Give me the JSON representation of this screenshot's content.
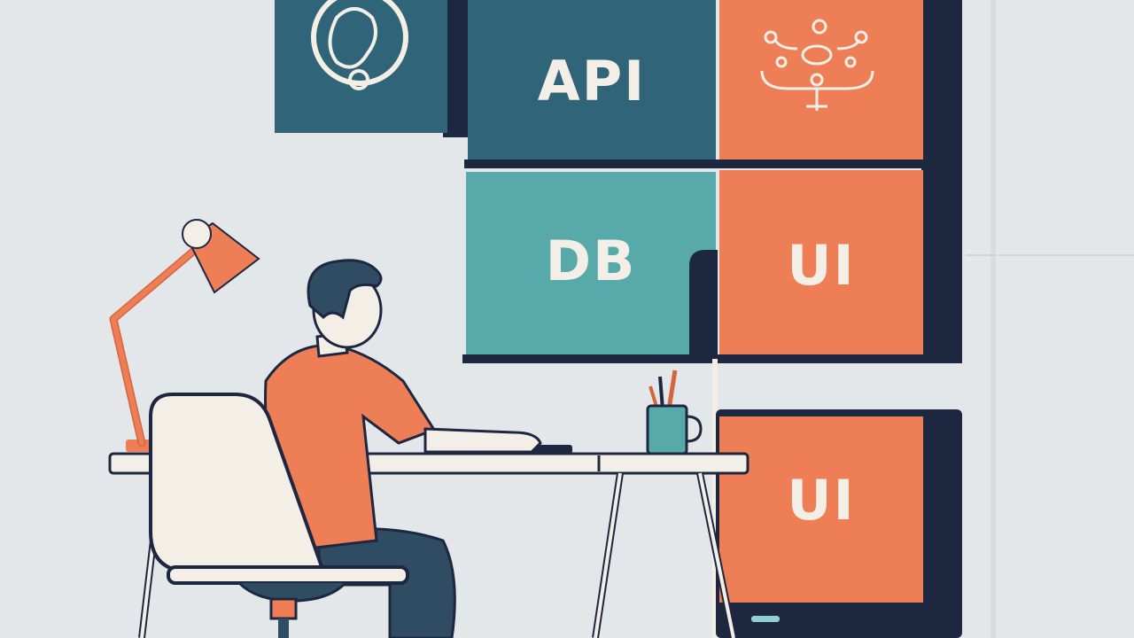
{
  "tiles": {
    "api_label": "API",
    "db_label": "DB",
    "ui_top_label": "UI",
    "ui_bottom_label": "UI"
  },
  "colors": {
    "background": "#e3e7ea",
    "teal_dark": "#2f6479",
    "teal_light": "#58aaaa",
    "orange": "#ee7e55",
    "navy": "#1e2740",
    "cream": "#f4efe6"
  }
}
